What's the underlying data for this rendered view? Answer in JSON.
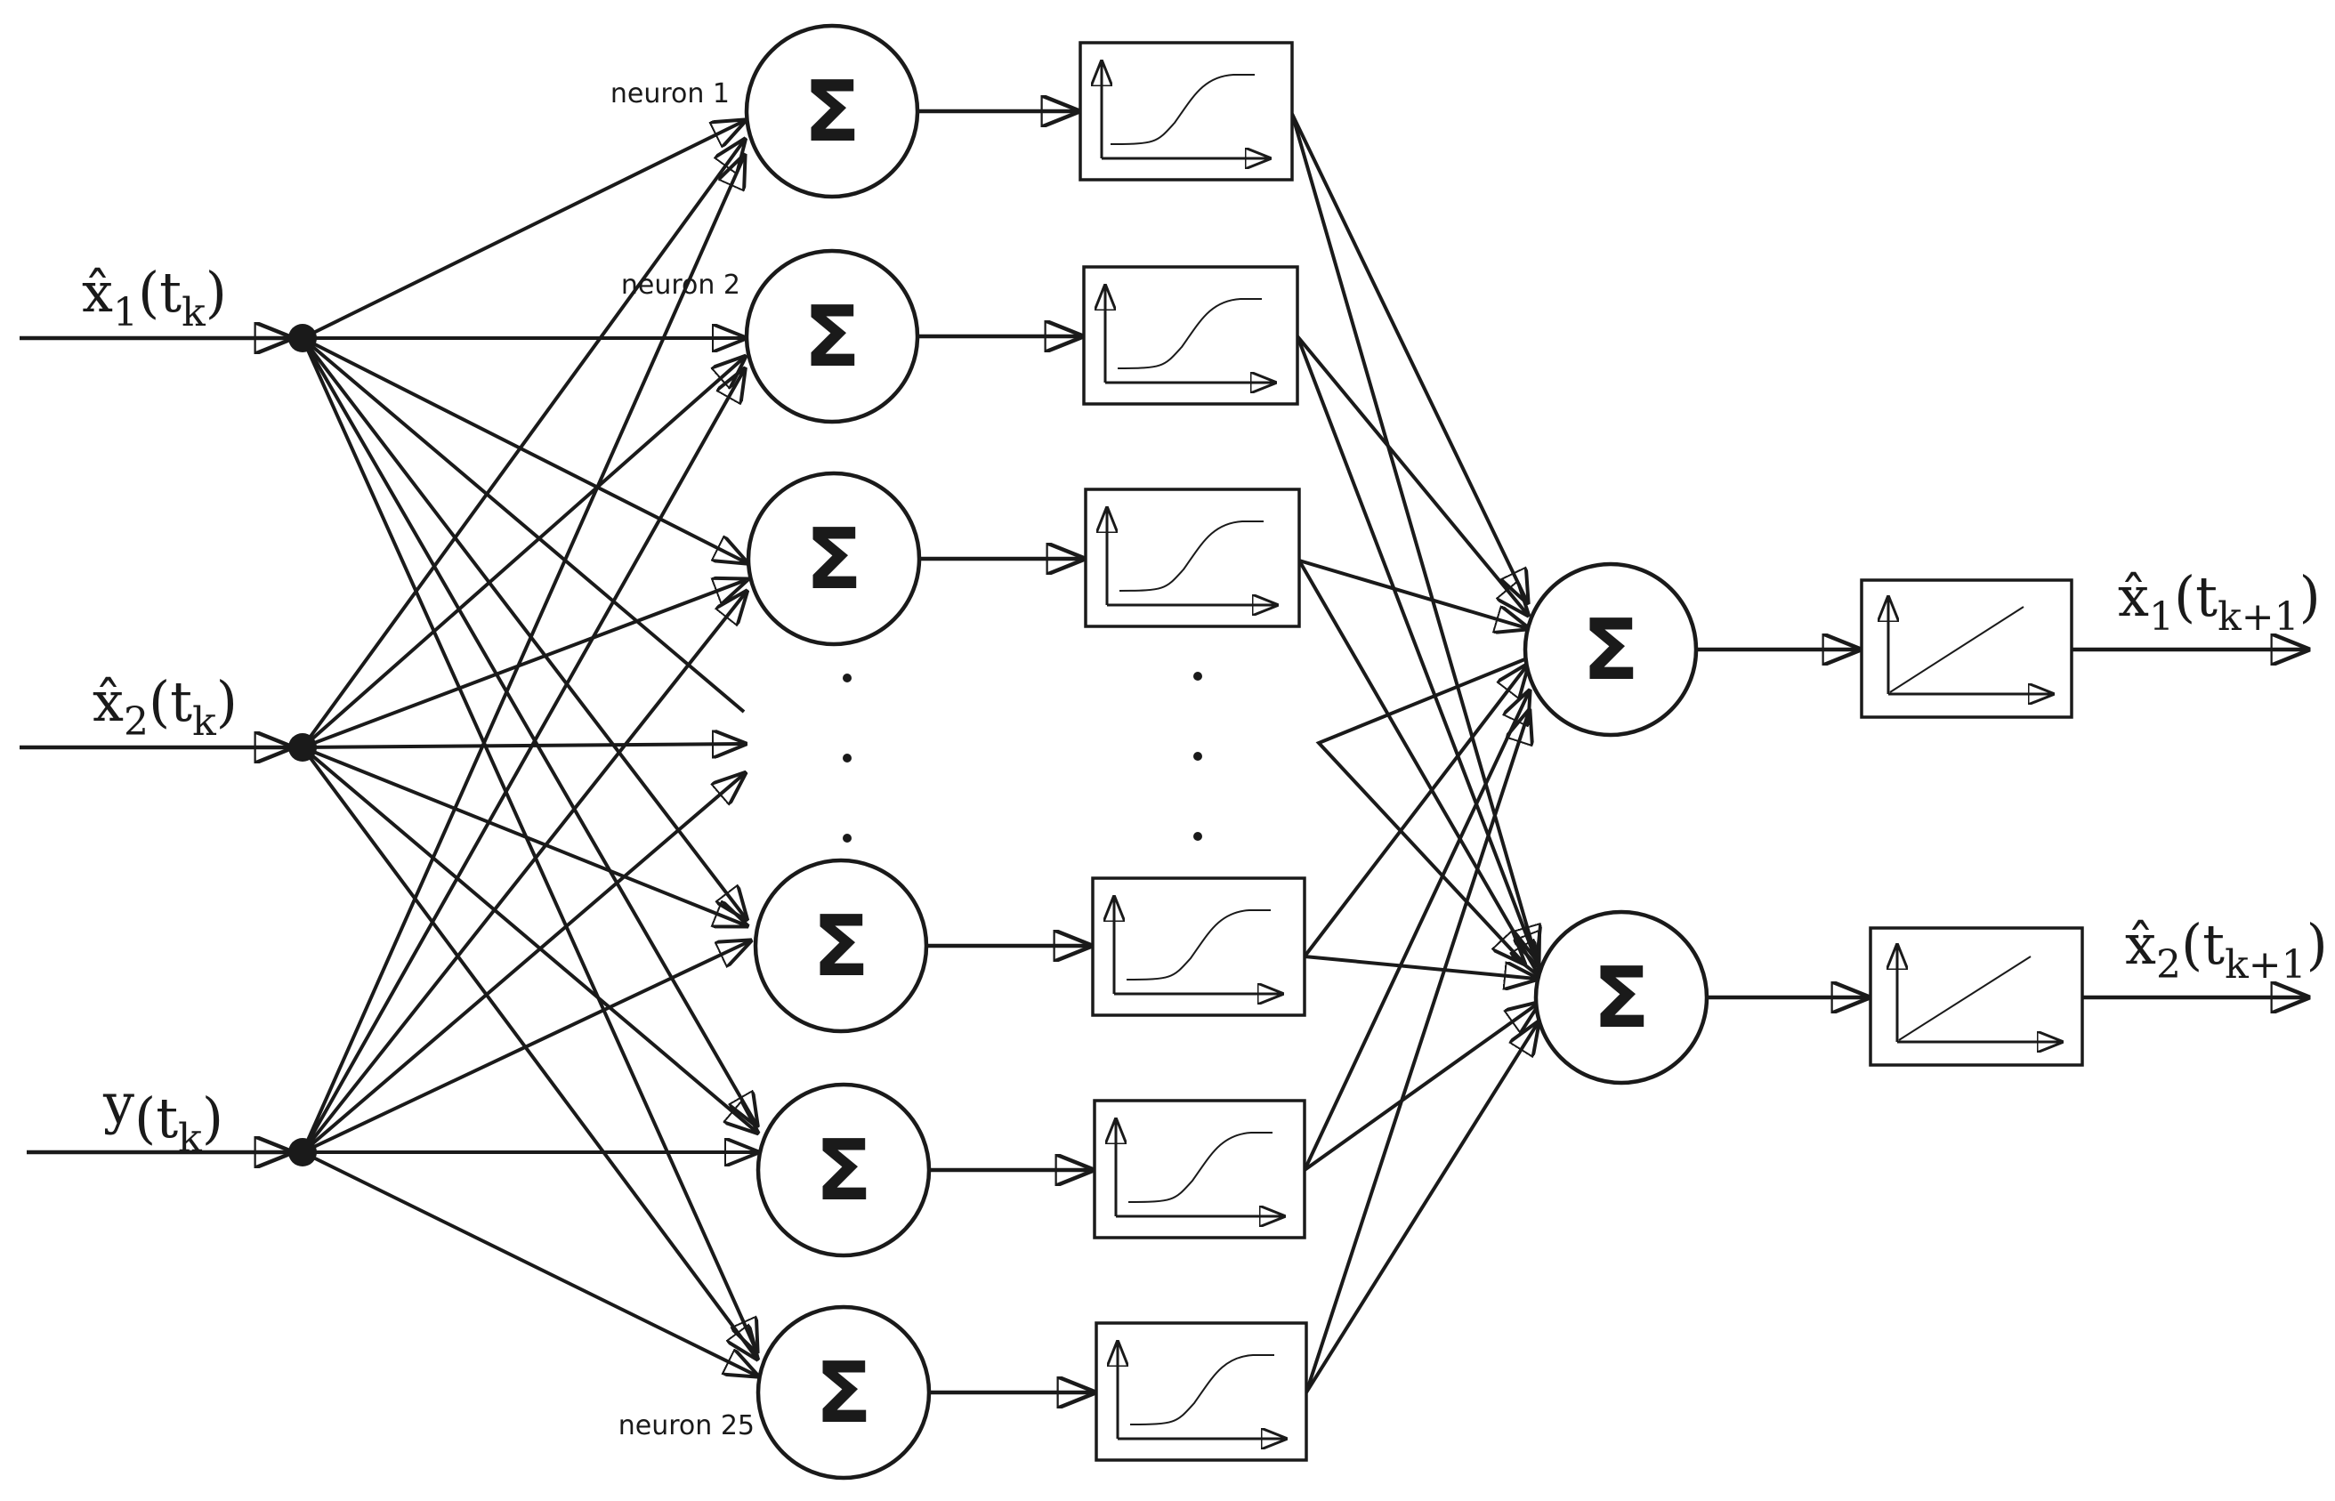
{
  "inputs": [
    {
      "id": "x1",
      "var": "x̂",
      "sub": "1",
      "arg_open": "(t",
      "arg_sub": "k",
      "arg_close": ")"
    },
    {
      "id": "x2",
      "var": "x̂",
      "sub": "2",
      "arg_open": "(t",
      "arg_sub": "k",
      "arg_close": ")"
    },
    {
      "id": "y",
      "var": "y",
      "sub": "",
      "arg_open": "(t",
      "arg_sub": "k",
      "arg_close": ")"
    }
  ],
  "outputs": [
    {
      "id": "x1-next",
      "var": "x̂",
      "sub": "1",
      "arg_open": "(t",
      "arg_sub": "k+1",
      "arg_close": ")"
    },
    {
      "id": "x2-next",
      "var": "x̂",
      "sub": "2",
      "arg_open": "(t",
      "arg_sub": "k+1",
      "arg_close": ")"
    }
  ],
  "neuron_labels": {
    "first": "neuron 1",
    "second": "neuron 2",
    "last": "neuron 25"
  },
  "sum_symbol": "Σ",
  "ellipsis_symbol": "·",
  "activation_types": {
    "hidden": "sigmoid",
    "output": "linear"
  }
}
